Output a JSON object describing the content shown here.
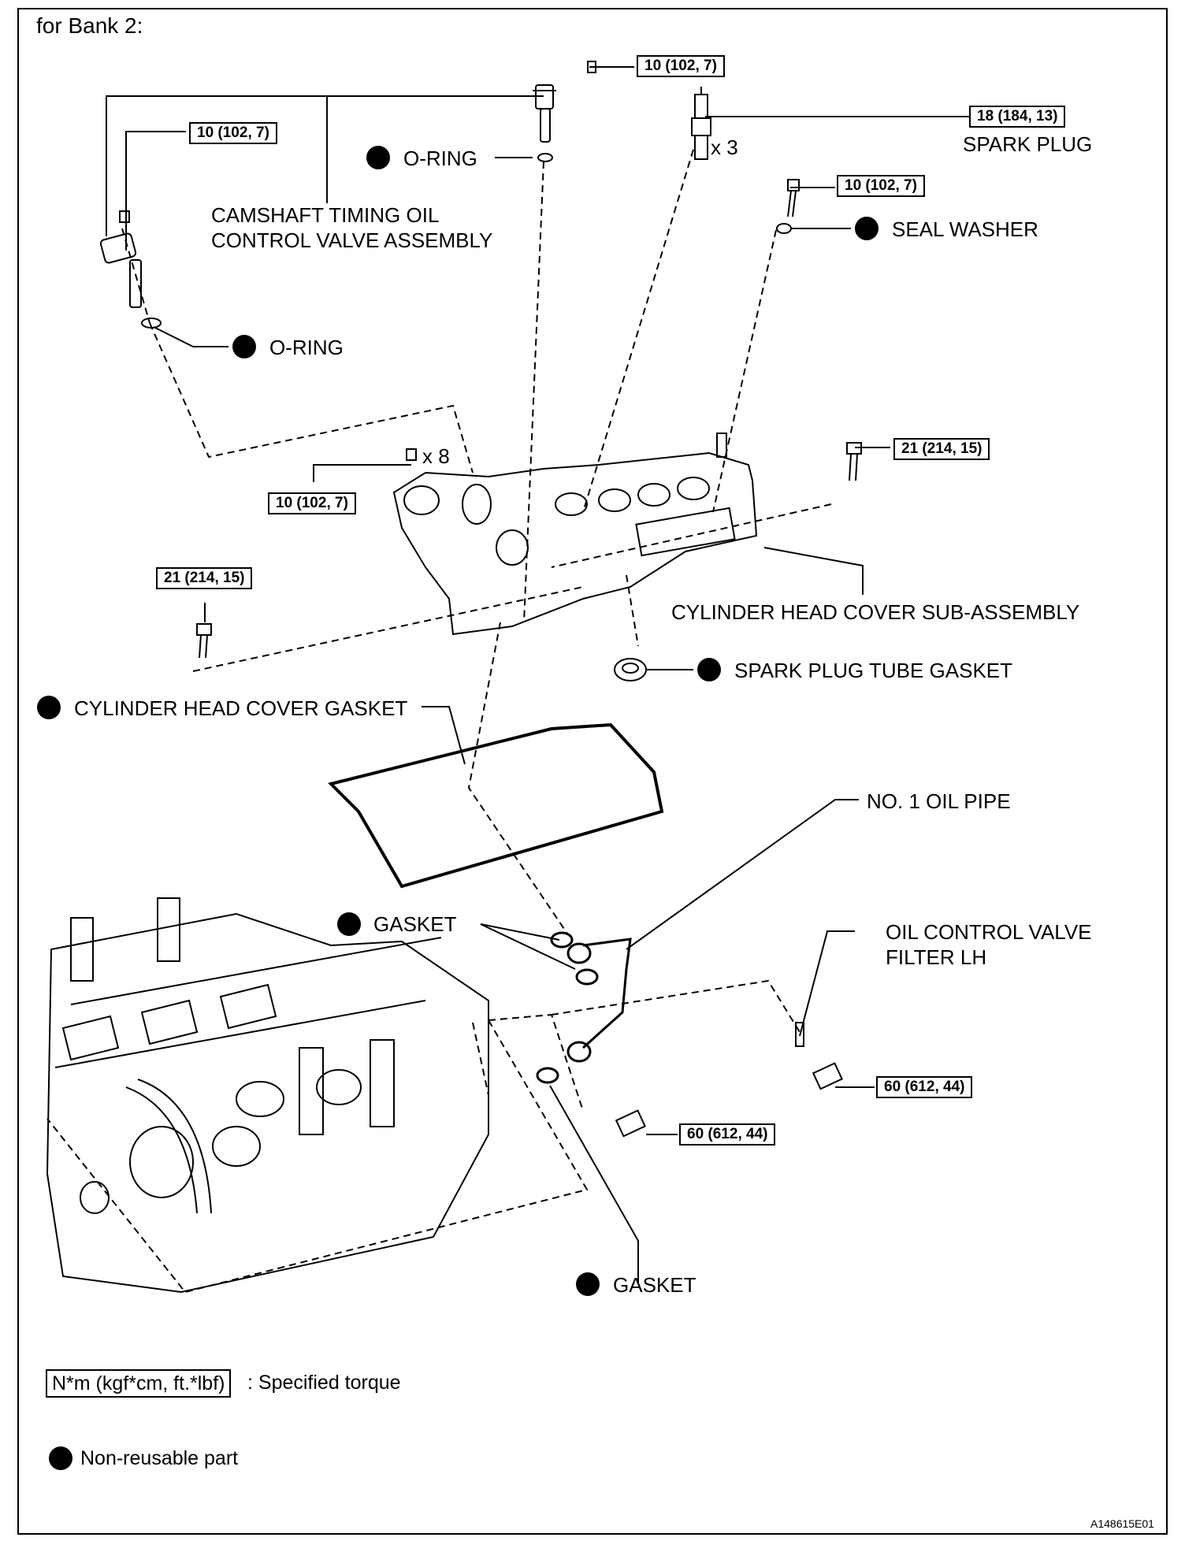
{
  "header": {
    "title": "for Bank 2:"
  },
  "labels": {
    "camshaft_valve": [
      "CAMSHAFT TIMING OIL",
      "CONTROL VALVE ASSEMBLY"
    ],
    "oring_top": "O-RING",
    "oring_left": "O-RING",
    "spark_plug": "SPARK PLUG",
    "spark_plug_qty": "x 3",
    "seal_washer": "SEAL WASHER",
    "bolt_qty": "x 8",
    "cylinder_head_cover": "CYLINDER HEAD COVER SUB-ASSEMBLY",
    "spark_plug_tube_gasket": "SPARK PLUG TUBE GASKET",
    "cylinder_head_cover_gasket": "CYLINDER HEAD COVER GASKET",
    "oil_pipe": "NO. 1 OIL PIPE",
    "gasket_upper": "GASKET",
    "ocv_filter": [
      "OIL CONTROL VALVE",
      "FILTER LH"
    ],
    "gasket_lower": "GASKET"
  },
  "torques": {
    "ocv_bolt_top": "10 (102, 7)",
    "spark_plug": "18 (184, 13)",
    "ocv_bolt_left": "10 (102, 7)",
    "seal_washer_bolt": "10 (102, 7)",
    "cover_bolts": "10 (102, 7)",
    "right_stud": "21 (214, 15)",
    "left_stud": "21 (214, 15)",
    "union_bolt_right": "60 (612, 44)",
    "union_bolt_lower": "60 (612, 44)"
  },
  "legend": {
    "torque_units": "N*m (kgf*cm, ft.*lbf)",
    "torque_text": ": Specified torque",
    "nonreusable_text": "Non-reusable part"
  },
  "figure_id": "A148615E01"
}
